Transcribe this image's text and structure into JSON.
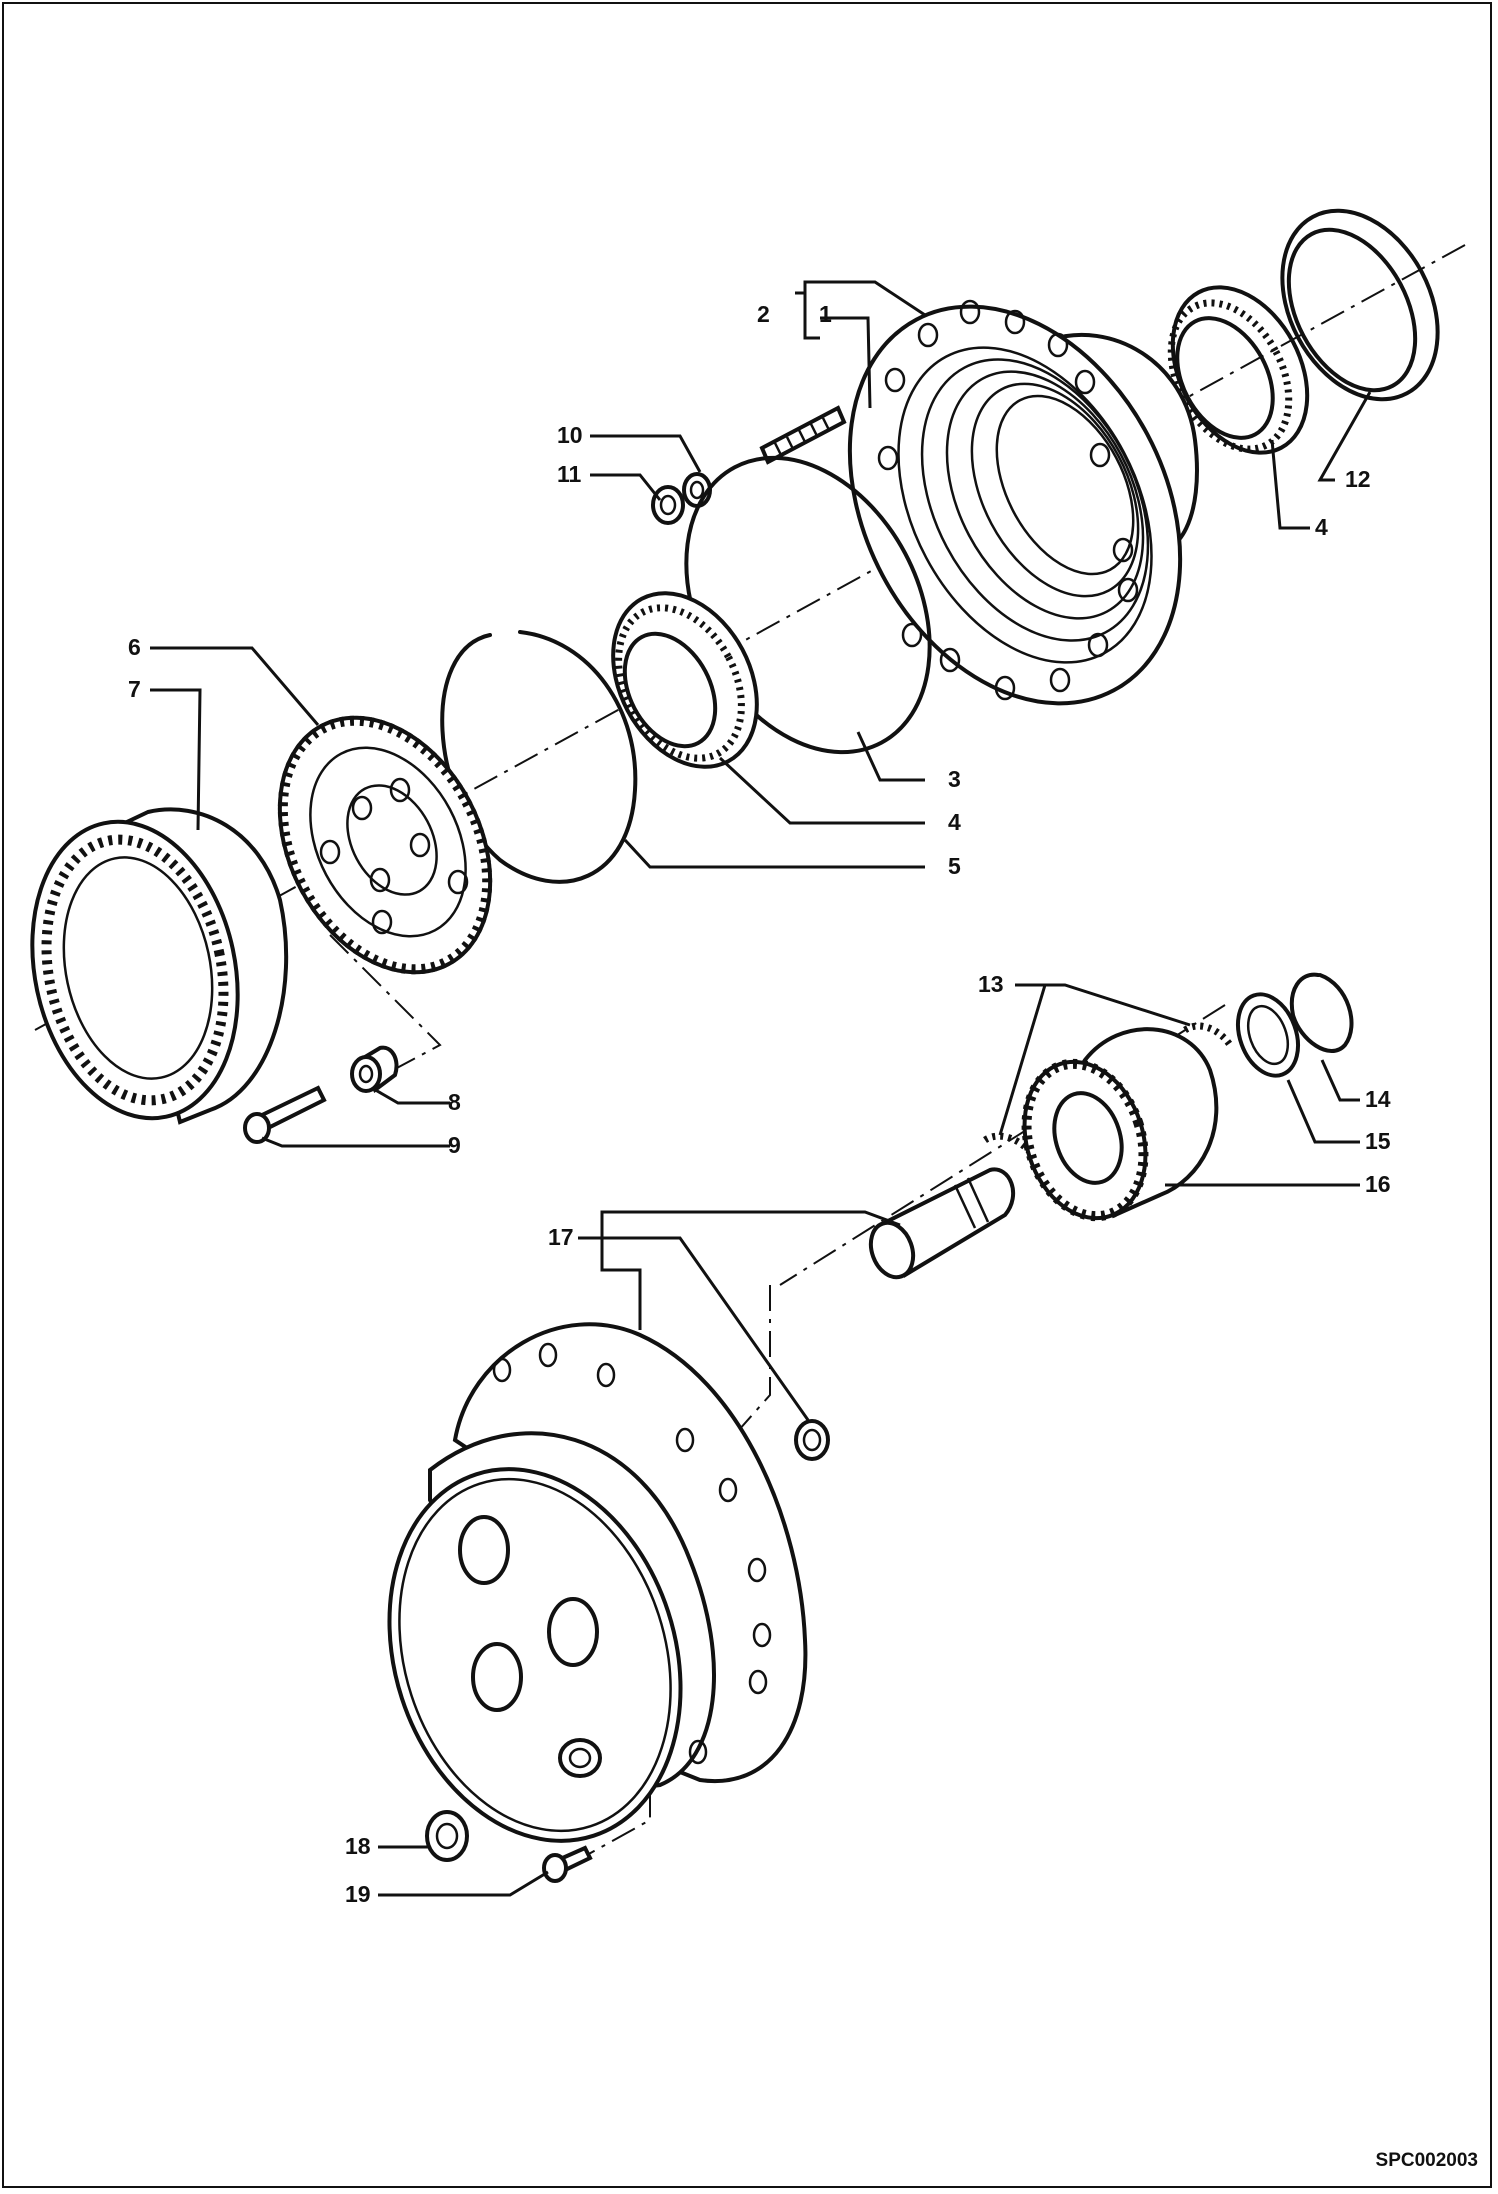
{
  "diagram": {
    "callouts": {
      "c1": "1",
      "c2": "2",
      "c3": "3",
      "c4a": "4",
      "c4b": "4",
      "c5": "5",
      "c6": "6",
      "c7": "7",
      "c8": "8",
      "c9": "9",
      "c10": "10",
      "c11": "11",
      "c12": "12",
      "c13": "13",
      "c14": "14",
      "c15": "15",
      "c16": "16",
      "c17": "17",
      "c18": "18",
      "c19": "19"
    },
    "drawing_code": "SPC002003"
  }
}
